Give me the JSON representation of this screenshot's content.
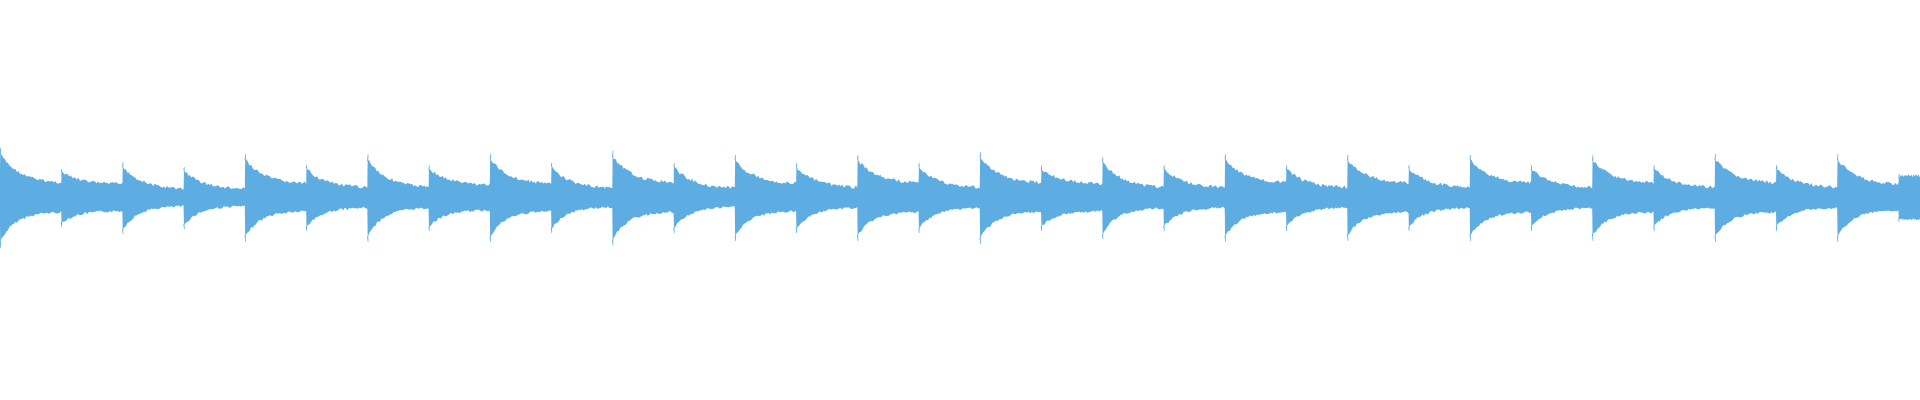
{
  "waveform": {
    "color": "#5dade2",
    "background": "#ffffff",
    "beats": [
      {
        "strength": 1.0,
        "tail": 0.32
      },
      {
        "strength": 0.58,
        "tail": 0.3
      },
      {
        "strength": 0.72,
        "tail": 0.18
      },
      {
        "strength": 0.62,
        "tail": 0.18
      },
      {
        "strength": 0.88,
        "tail": 0.3
      },
      {
        "strength": 0.66,
        "tail": 0.22
      },
      {
        "strength": 0.88,
        "tail": 0.22
      },
      {
        "strength": 0.66,
        "tail": 0.28
      },
      {
        "strength": 0.88,
        "tail": 0.3
      },
      {
        "strength": 0.7,
        "tail": 0.2
      },
      {
        "strength": 0.95,
        "tail": 0.32
      },
      {
        "strength": 0.7,
        "tail": 0.2
      },
      {
        "strength": 0.86,
        "tail": 0.3
      },
      {
        "strength": 0.7,
        "tail": 0.22
      },
      {
        "strength": 0.86,
        "tail": 0.32
      },
      {
        "strength": 0.7,
        "tail": 0.22
      },
      {
        "strength": 0.92,
        "tail": 0.32
      },
      {
        "strength": 0.66,
        "tail": 0.3
      },
      {
        "strength": 0.82,
        "tail": 0.22
      },
      {
        "strength": 0.66,
        "tail": 0.22
      },
      {
        "strength": 0.88,
        "tail": 0.32
      },
      {
        "strength": 0.66,
        "tail": 0.22
      },
      {
        "strength": 0.86,
        "tail": 0.32
      },
      {
        "strength": 0.66,
        "tail": 0.22
      },
      {
        "strength": 0.86,
        "tail": 0.32
      },
      {
        "strength": 0.66,
        "tail": 0.22
      },
      {
        "strength": 0.86,
        "tail": 0.32
      },
      {
        "strength": 0.66,
        "tail": 0.22
      },
      {
        "strength": 0.88,
        "tail": 0.32
      },
      {
        "strength": 0.66,
        "tail": 0.22
      },
      {
        "strength": 0.88,
        "tail": 0.28
      },
      {
        "strength": 0.48,
        "tail": 0.5
      }
    ]
  }
}
